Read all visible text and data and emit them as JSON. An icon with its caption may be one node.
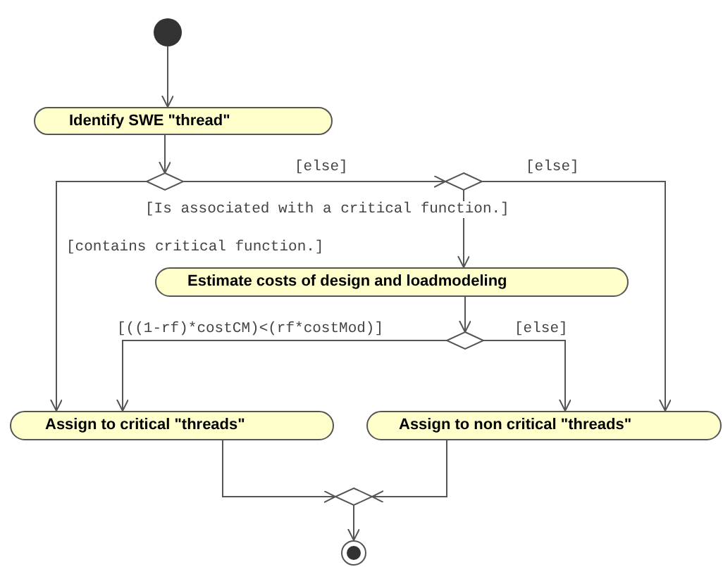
{
  "diagram": {
    "nodes": [
      {
        "text": [],
        "shape": "circle"
      },
      {
        "text": [
          "Identify SWE \"thread\""
        ]
      },
      {
        "text": [],
        "shape": "diamond"
      },
      {
        "text": [],
        "shape": "diamond"
      },
      {
        "text": [
          "Estimate costs of design and loadmodeling"
        ]
      },
      {
        "text": [],
        "shape": "diamond"
      },
      {
        "text": [
          "Assign to critical \"threads\""
        ]
      },
      {
        "text": [
          "Assign to non critical \"threads\""
        ]
      },
      {
        "text": [],
        "shape": "diamond"
      },
      {
        "text": [],
        "shape": "circle"
      }
    ],
    "edges": [
      {
        "from": 0,
        "to": 1,
        "arrow": "to"
      },
      {
        "from": 1,
        "to": 2,
        "arrow": "to"
      },
      {
        "from": 2,
        "to": 6,
        "arrow": "to",
        "label": "[contains critical function.]"
      },
      {
        "from": 2,
        "to": 3,
        "arrow": "to",
        "label": "[else]"
      },
      {
        "from": 3,
        "to": 4,
        "arrow": "to",
        "label": "[Is associated with a critical function.]"
      },
      {
        "from": 3,
        "to": 7,
        "arrow": "to",
        "label": "[else]"
      },
      {
        "from": 4,
        "to": 5,
        "arrow": "to"
      },
      {
        "from": 5,
        "to": 6,
        "arrow": "to",
        "label": "[((1-rf)*costCM)<(rf*costMod)]"
      },
      {
        "from": 5,
        "to": 7,
        "arrow": "to",
        "label": "[else]"
      },
      {
        "from": 6,
        "to": 8,
        "arrow": "to"
      },
      {
        "from": 7,
        "to": 8,
        "arrow": "to"
      },
      {
        "from": 8,
        "to": 9,
        "arrow": "to"
      }
    ]
  }
}
